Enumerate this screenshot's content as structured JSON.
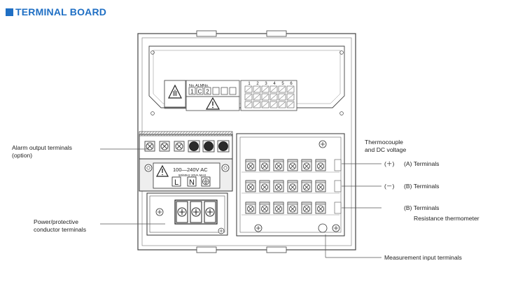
{
  "title": "TERMINAL BOARD",
  "labels": {
    "alarm_output_1": "Alarm output terminals",
    "alarm_output_2": "(option)",
    "power_1": "Power/protective",
    "power_2": "conductor terminals",
    "thermo_1": "Thermocouple",
    "thermo_2": "and DC voltage",
    "plus_sign": "(＋)",
    "plus_term": "(A)  Terminals",
    "minus_sign": "(－)",
    "minus_term": "(B)  Terminals",
    "b_term": "(B)  Terminals",
    "resistance": "Resistance thermometer",
    "measurement": "Measurement input terminals"
  },
  "device": {
    "alarm_header": [
      "No.",
      "ALM",
      "No."
    ],
    "alarm_cells": [
      "1",
      "C",
      "2"
    ],
    "channel_numbers": [
      "1",
      "2",
      "3",
      "4",
      "5",
      "6"
    ],
    "power_text": "100—240V AC",
    "power_sub": "50/60Hz  20VA MAX",
    "line_label": "L",
    "neutral_label": "N"
  }
}
